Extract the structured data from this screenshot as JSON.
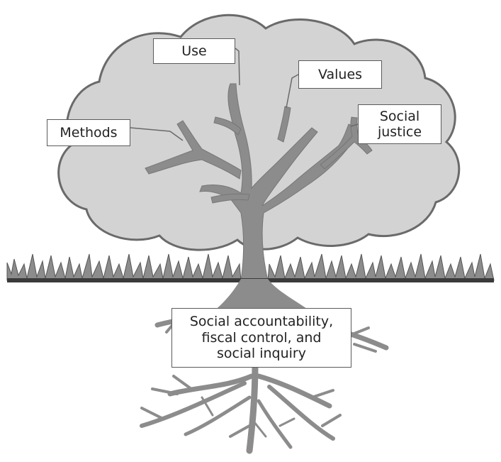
{
  "diagram": {
    "labels": {
      "use": "Use",
      "values": "Values",
      "methods": "Methods",
      "social_justice_line1": "Social",
      "social_justice_line2": "justice",
      "roots_line1": "Social accountability,",
      "roots_line2": "fiscal control, and",
      "roots_line3": "social inquiry"
    },
    "colors": {
      "canopy_fill": "#d3d3d3",
      "canopy_stroke": "#6a6a6a",
      "trunk": "#8c8c8c",
      "grass": "#8c8c8c",
      "ground_line": "#3a3a3a",
      "label_border": "#5a5a5a",
      "text": "#222222"
    }
  }
}
